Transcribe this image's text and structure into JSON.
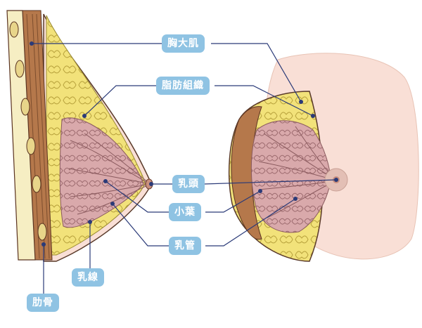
{
  "labels": {
    "pectoralis": "胸大肌",
    "fat": "脂肪組織",
    "nipple": "乳頭",
    "lobule": "小葉",
    "duct": "乳管",
    "gland": "乳線",
    "rib": "肋骨"
  },
  "colors": {
    "label_bg": "#8fc3e3",
    "leader_line": "#2a3a78",
    "skin": "#f9dfd6",
    "fat": "#f2e27a",
    "muscle": "#b5784b",
    "gland": "#d6a3a6",
    "bone": "#f6eec3"
  }
}
